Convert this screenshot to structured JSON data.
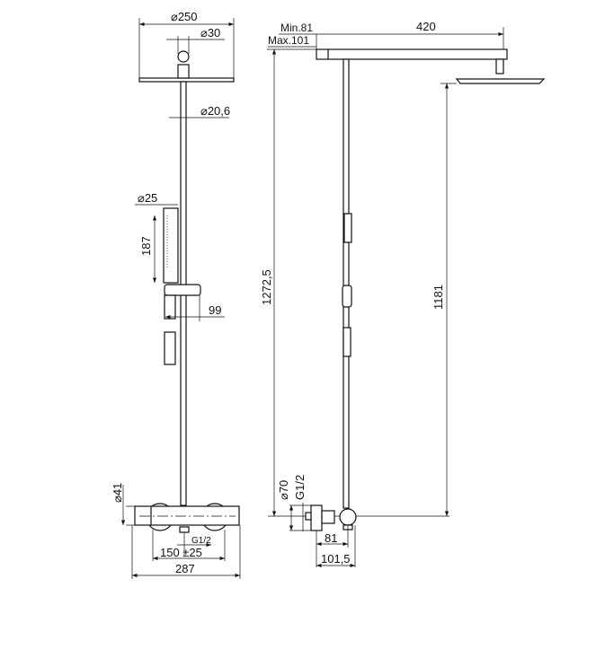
{
  "front_view": {
    "head_diameter": "⌀250",
    "connector_diameter": "⌀30",
    "pipe_diameter": "⌀20,6",
    "hand_shower_diameter": "⌀25",
    "hand_shower_length": "187",
    "holder_offset": "99",
    "mixer_diameter": "⌀41",
    "inlet_thread": "G1/2",
    "inlet_spacing": "150 ±25",
    "mixer_width": "287"
  },
  "side_view": {
    "arm_min": "Min.81",
    "arm_max": "Max.101",
    "arm_length": "420",
    "total_height": "1272,5",
    "head_height": "1181",
    "eccentric_diameter": "⌀70",
    "inlet_thread": "G1/2",
    "wall_offset": "81",
    "wall_offset_max": "101,5"
  }
}
